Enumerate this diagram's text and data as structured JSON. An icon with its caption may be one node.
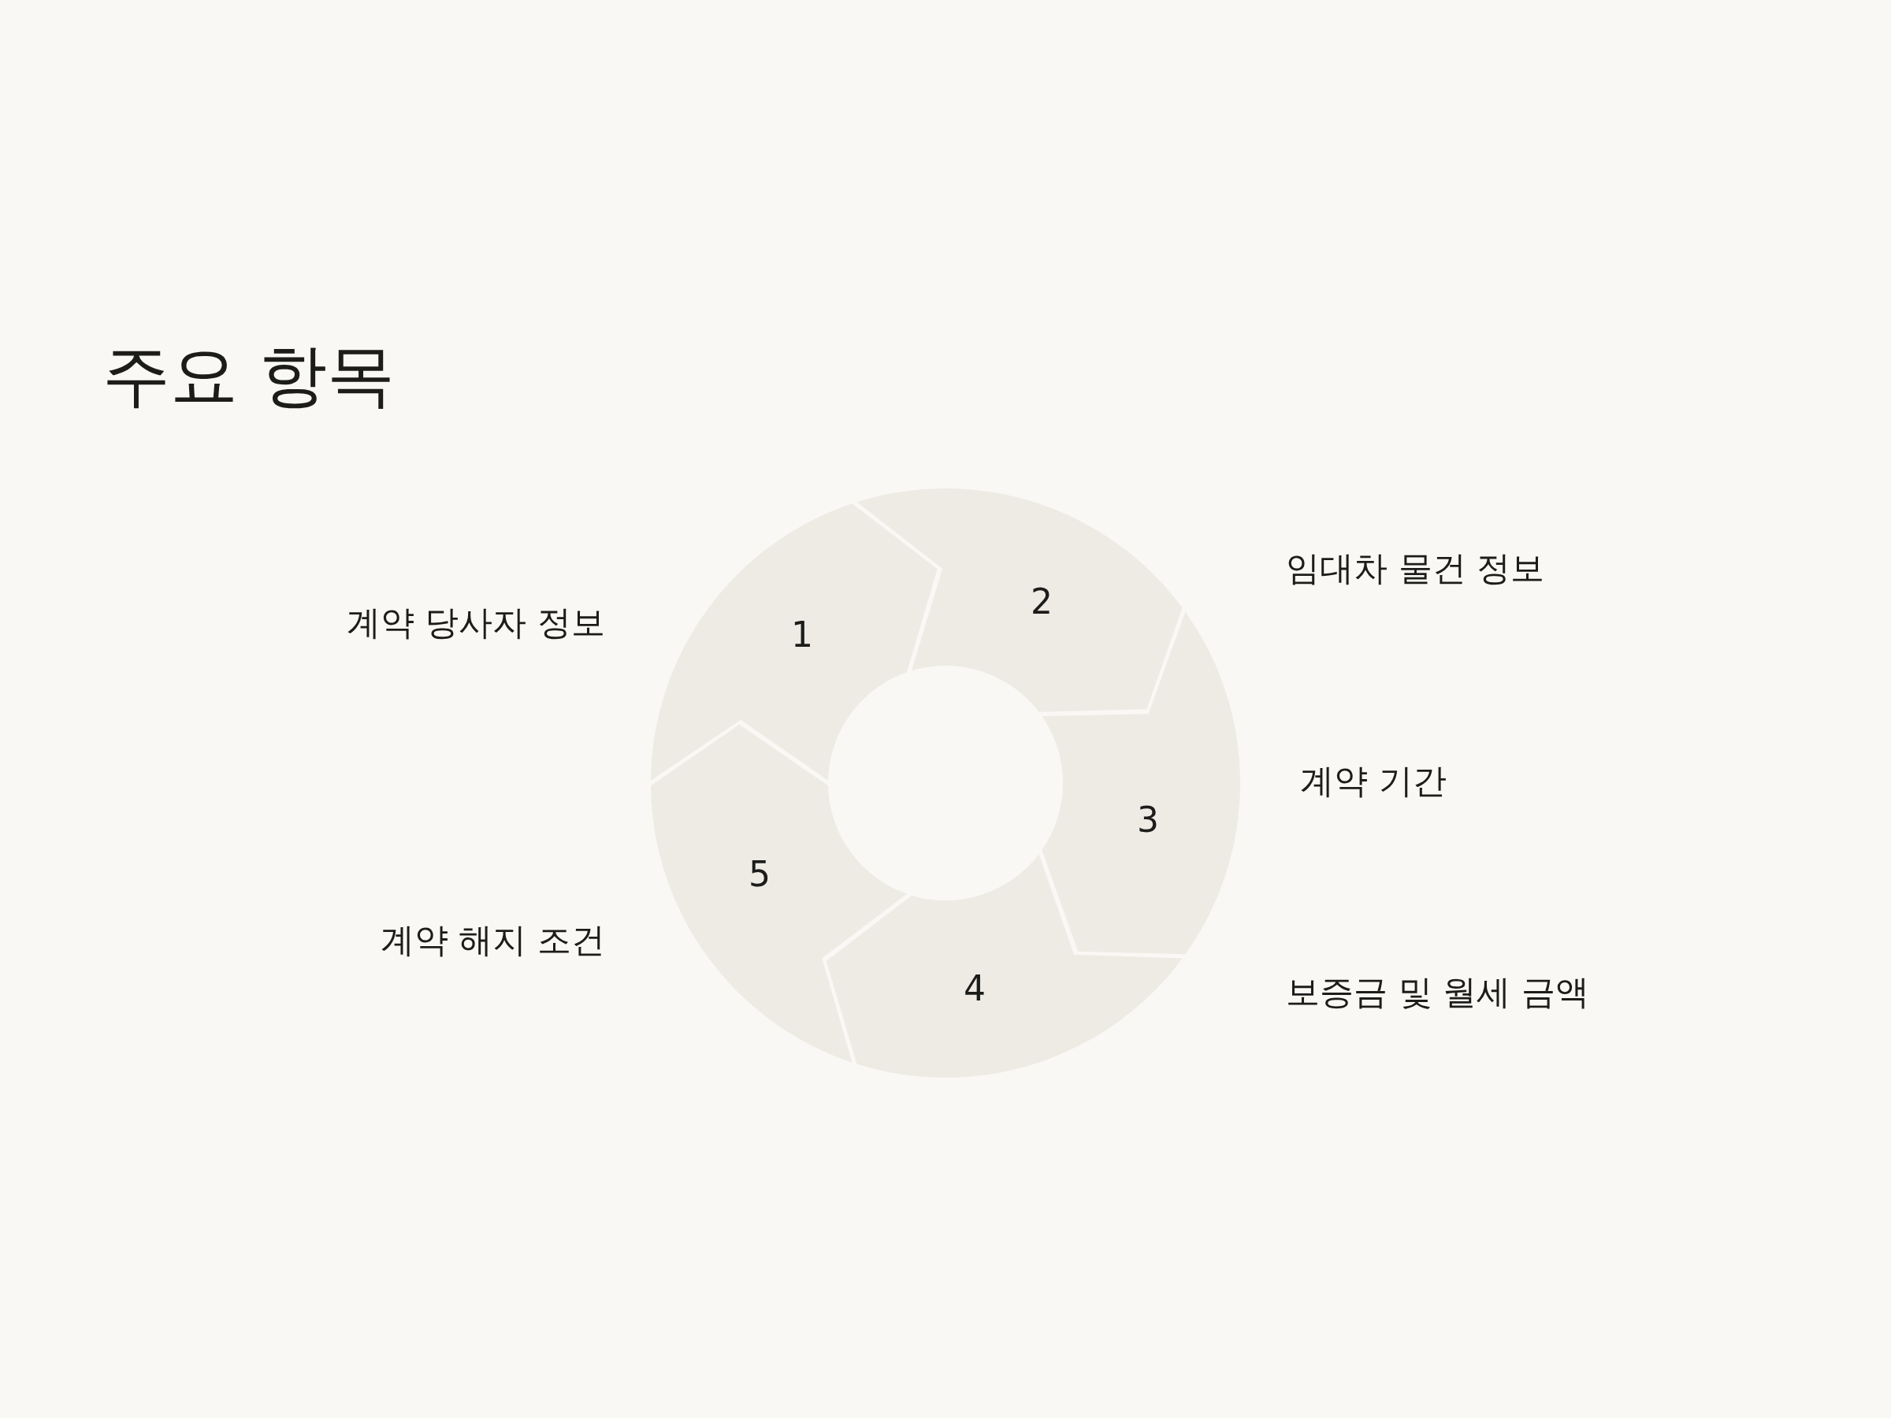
{
  "diagram": {
    "title": "주요 항목",
    "nodes": [
      {
        "text": [
          "1"
        ]
      },
      {
        "text": [
          "2"
        ]
      },
      {
        "text": [
          "3"
        ]
      },
      {
        "text": [
          "4"
        ]
      },
      {
        "text": [
          "5"
        ]
      }
    ],
    "labels": [
      "임대차 물건 정보",
      "계약 당사자 정보",
      "계약 기간",
      "계약 해지 조건",
      "보증금 및 월세 금액"
    ]
  }
}
